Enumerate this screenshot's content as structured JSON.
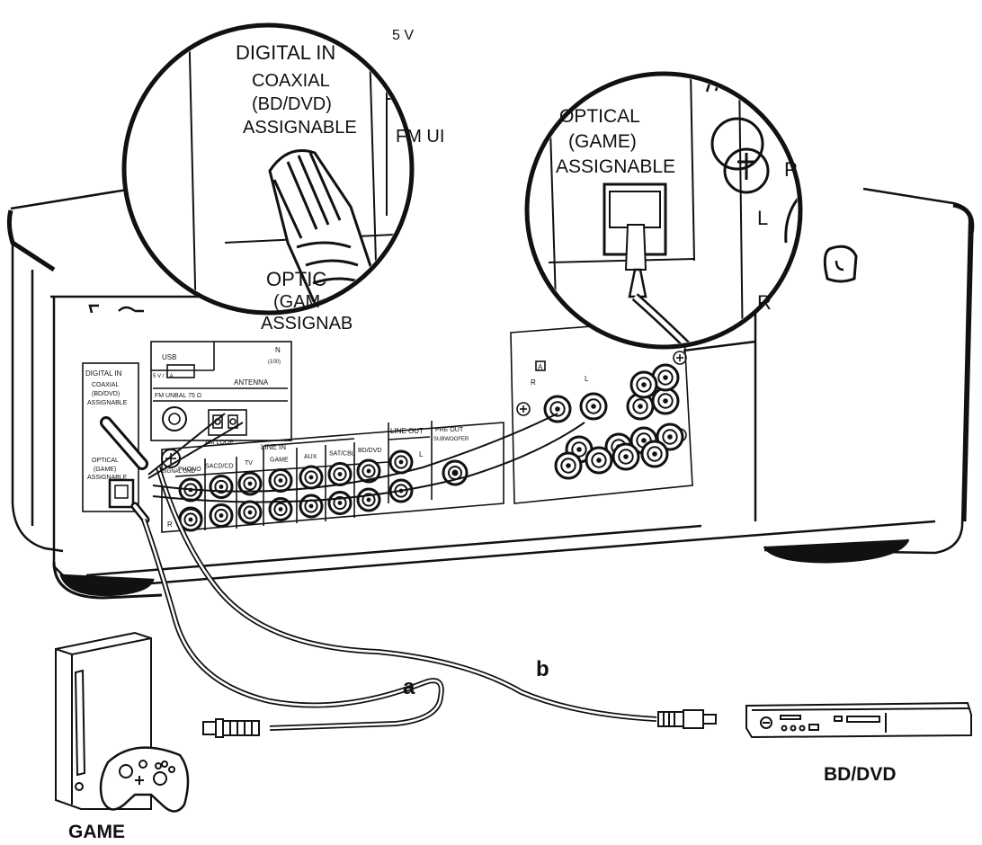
{
  "magnifier_left": {
    "line1": "DIGITAL IN",
    "line2": "COAXIAL",
    "line3": "(BD/DVD)",
    "line4": "ASSIGNABLE",
    "partial_optical1": "OPTIC",
    "partial_optical2": "(GAM",
    "partial_optical3": "ASSIGNAB",
    "partial_fm": "FM UI",
    "partial_top": "5 V"
  },
  "magnifier_right": {
    "line1": "OPTICAL",
    "line2": "(GAME)",
    "line3": "ASSIGNABLE",
    "label_l": "L",
    "label_r": "R",
    "label_p": "P"
  },
  "rear_panel": {
    "usb": "USB",
    "usb_power": "5 V / 1 A",
    "lan_partial": "N",
    "lan_sub": "(100)",
    "digital_in": "DIGITAL IN",
    "coaxial": "COAXIAL",
    "coaxial_src": "(BD/DVD)",
    "assignable": "ASSIGNABLE",
    "optical": "OPTICAL",
    "optical_src": "(GAME)",
    "optical_assignable": "ASSIGNABLE",
    "antenna": "ANTENNA",
    "fm": "FM UNBAL 75 Ω",
    "am": "AM LOOP",
    "signal_gnd": "SIGNAL GND",
    "line_in": "LINE IN",
    "inputs": [
      "PHONO",
      "SACD/CD",
      "TV",
      "GAME",
      "AUX",
      "SAT/CBL",
      "BD/DVD"
    ],
    "line_out": "LINE OUT",
    "pre_out": "PRE OUT",
    "subwoofer": "SUBWOOFER",
    "ch_l": "L",
    "ch_r": "R",
    "speaker_a": "A",
    "speaker_r": "R",
    "speaker_l": "L"
  },
  "cables": {
    "a": "a",
    "b": "b"
  },
  "devices": {
    "game": "GAME",
    "bd_dvd": "BD/DVD"
  }
}
